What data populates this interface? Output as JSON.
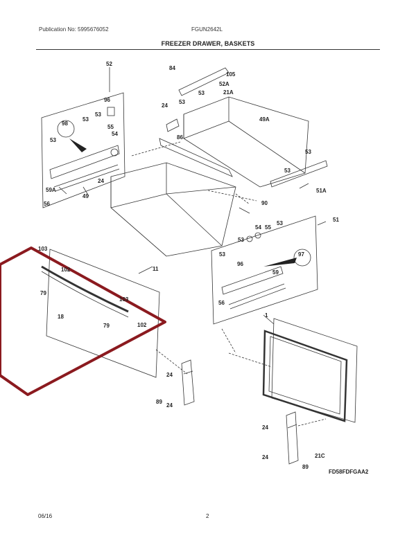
{
  "header": {
    "publication": "Publication No: 5995676052",
    "model": "FGUN2642L"
  },
  "title": "FREEZER DRAWER, BASKETS",
  "callouts": [
    "52",
    "96",
    "53",
    "98",
    "55",
    "53",
    "53",
    "54",
    "59A",
    "24",
    "49",
    "56",
    "84",
    "105",
    "52A",
    "53",
    "21A",
    "24",
    "53",
    "49A",
    "86",
    "53",
    "53",
    "51A",
    "90",
    "51",
    "53",
    "54",
    "55",
    "53",
    "53",
    "96",
    "97",
    "59",
    "56",
    "103",
    "102",
    "79",
    "11",
    "103",
    "18",
    "79",
    "102",
    "1",
    "24",
    "24",
    "89",
    "24",
    "24",
    "21C",
    "89"
  ],
  "figure_ref": "FD58FDFGAA2",
  "footer": {
    "date": "06/16",
    "page": "2"
  },
  "colors": {
    "highlight": "#8b1a1f",
    "line": "#333333"
  }
}
